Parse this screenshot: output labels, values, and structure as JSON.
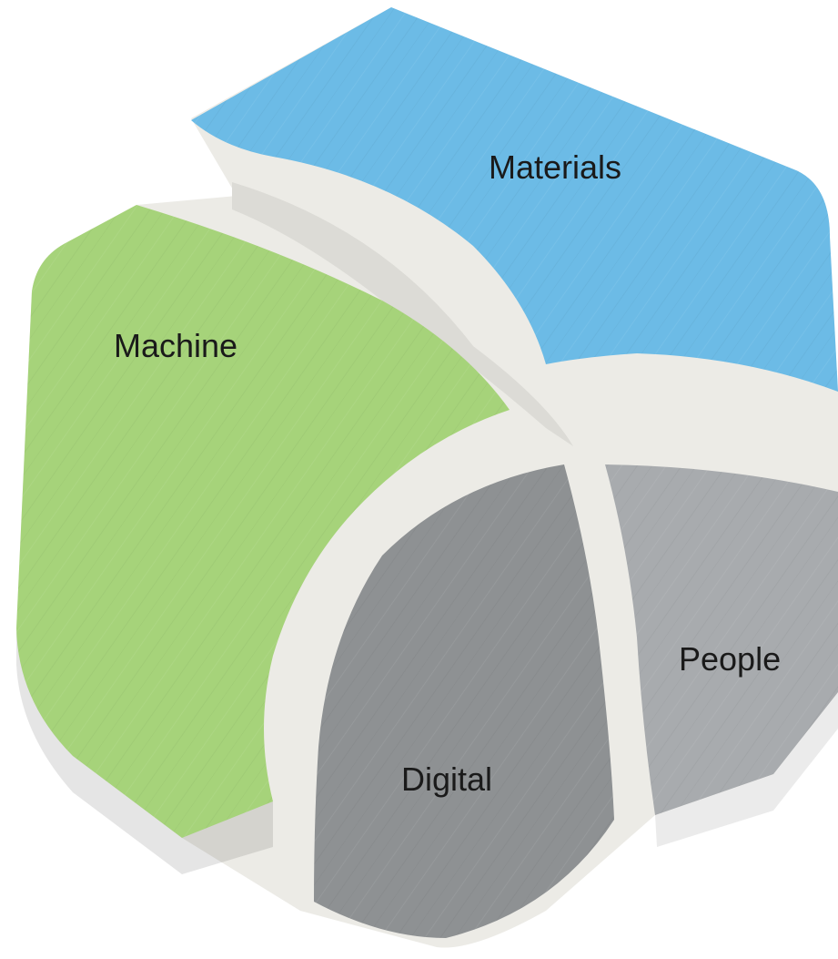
{
  "diagram": {
    "segments": [
      {
        "id": "materials",
        "label": "Materials",
        "color": "#6cbbe6"
      },
      {
        "id": "machine",
        "label": "Machine",
        "color": "#a6d37a"
      },
      {
        "id": "digital",
        "label": "Digital",
        "color": "#8e9193"
      },
      {
        "id": "people",
        "label": "People",
        "color": "#a8abae"
      }
    ],
    "colors": {
      "background": "#ffffff",
      "divider": "#ecebe6",
      "divider_shade": "#d9d8d3"
    }
  }
}
